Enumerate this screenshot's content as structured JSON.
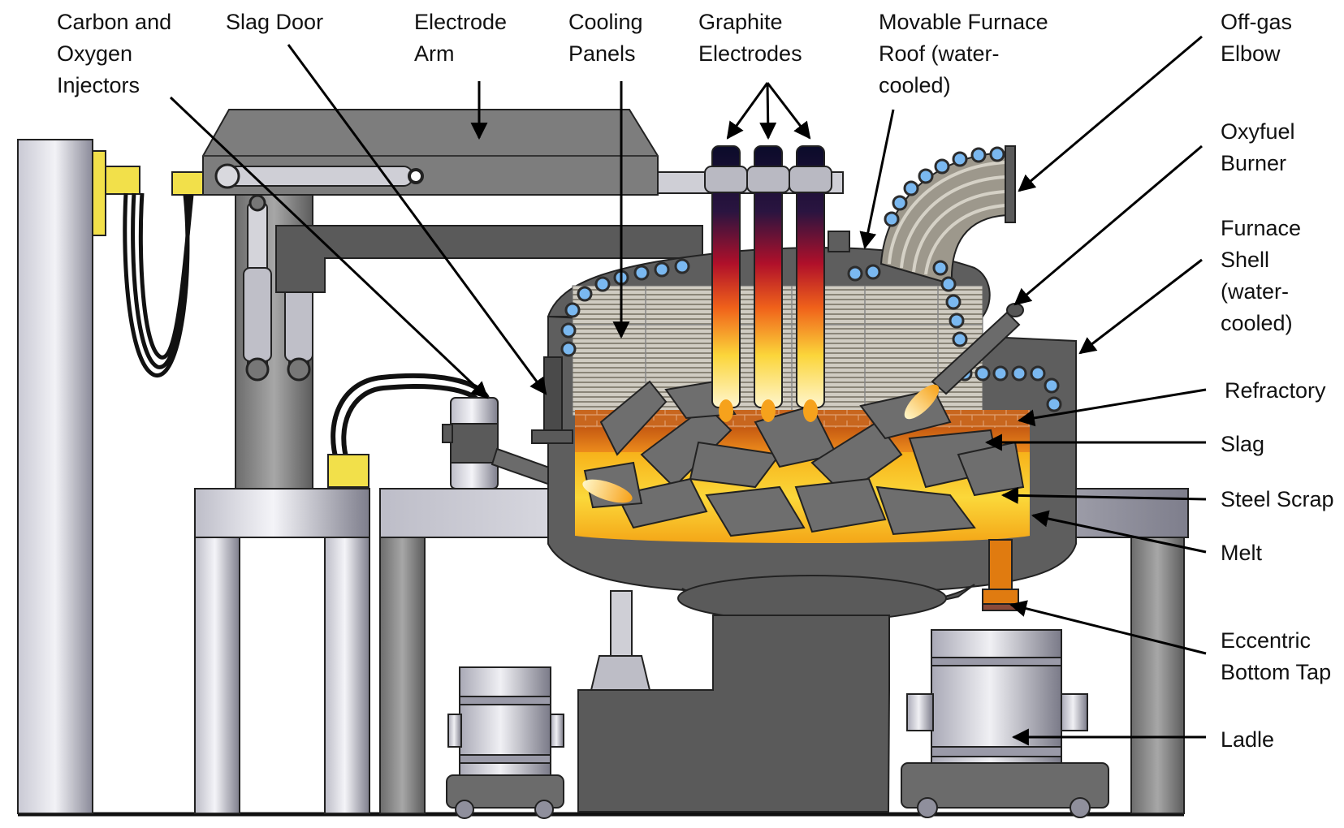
{
  "labels": {
    "carbon_oxygen_injectors": [
      "Carbon and",
      "Oxygen",
      "Injectors"
    ],
    "slag_door": [
      "Slag Door"
    ],
    "electrode_arm": [
      "Electrode",
      "Arm"
    ],
    "cooling_panels": [
      "Cooling",
      "Panels"
    ],
    "graphite_electrodes": [
      "Graphite",
      "Electrodes"
    ],
    "movable_furnace_roof": [
      "Movable Furnace",
      "Roof (water-",
      "cooled)"
    ],
    "off_gas_elbow": [
      "Off-gas",
      "Elbow"
    ],
    "oxyfuel_burner": [
      "Oxyfuel",
      "Burner"
    ],
    "furnace_shell": [
      "Furnace",
      "Shell",
      "(water-",
      "cooled)"
    ],
    "refractory": [
      "Refractory"
    ],
    "slag": [
      "Slag"
    ],
    "steel_scrap": [
      "Steel Scrap"
    ],
    "melt": [
      "Melt"
    ],
    "eccentric_bottom_tap": [
      "Eccentric",
      "Bottom Tap"
    ],
    "ladle": [
      "Ladle"
    ]
  },
  "colors": {
    "steel_dark": "#5a5a5a",
    "steel_mid": "#8c8c8c",
    "steel_light": "#d9d9dd",
    "cable_yellow": "#f2e04a",
    "cooling_blue": "#7ab8f0",
    "refractory_brick": "#c8661e",
    "slag_orange": "#e07a16",
    "melt_yellow": "#f7c51a",
    "tap_orange": "#e07b10"
  }
}
